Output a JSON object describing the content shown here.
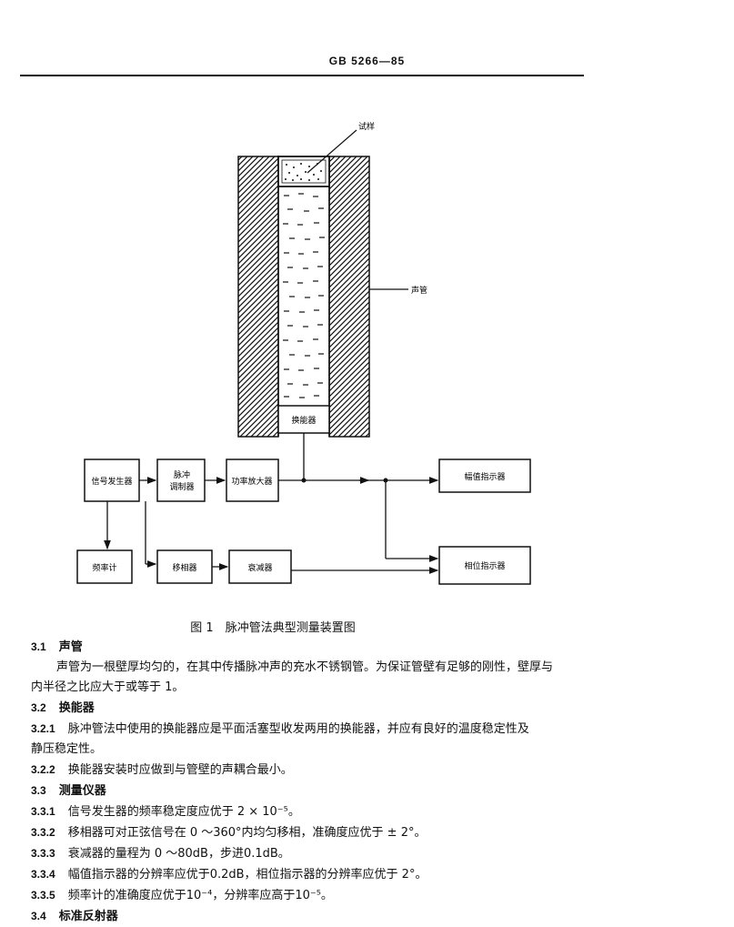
{
  "header": "GB 5266—85",
  "figure": {
    "labels": {
      "sample": "试样",
      "tube": "声管",
      "transducer": "换能器",
      "signal_gen": "信号发生器",
      "pulse_mod": [
        "脉冲",
        "调制器"
      ],
      "power_amp": "功率放大器",
      "amp_indicator": "幅值指示器",
      "freq_meter": "频率计",
      "phase_shifter": "移相器",
      "attenuator": "衰减器",
      "phase_indicator": "相位指示器"
    },
    "caption": "图 1　脉冲管法典型测量装置图"
  },
  "sections": [
    {
      "num": "3.1",
      "title": "声管"
    },
    {
      "text": "声管为一根壁厚均匀的，在其中传播脉冲声的充水不锈钢管。为保证管壁有足够的刚性，壁厚与"
    },
    {
      "text": "内半径之比应大于或等于 1。"
    },
    {
      "num": "3.2",
      "title": "换能器"
    },
    {
      "num": "3.2.1",
      "text": "脉冲管法中使用的换能器应是平面活塞型收发两用的换能器，并应有良好的温度稳定性及"
    },
    {
      "text": "静压稳定性。"
    },
    {
      "num": "3.2.2",
      "text": "换能器安装时应做到与管壁的声耦合最小。"
    },
    {
      "num": "3.3",
      "title": "测量仪器"
    },
    {
      "num": "3.3.1",
      "text": "信号发生器的频率稳定度应优于 2 × 10⁻⁵。"
    },
    {
      "num": "3.3.2",
      "text": "移相器可对正弦信号在 0 ～360°内均匀移相，准确度应优于 ± 2°。"
    },
    {
      "num": "3.3.3",
      "text": "衰减器的量程为 0 ～80dB，步进0.1dB。"
    },
    {
      "num": "3.3.4",
      "text": "幅值指示器的分辨率应优于0.2dB，相位指示器的分辨率应优于 2°。"
    },
    {
      "num": "3.3.5",
      "text": "频率计的准确度应优于10⁻⁴，分辨率应高于10⁻⁵。"
    },
    {
      "num": "3.4",
      "title": "标准反射器"
    }
  ]
}
